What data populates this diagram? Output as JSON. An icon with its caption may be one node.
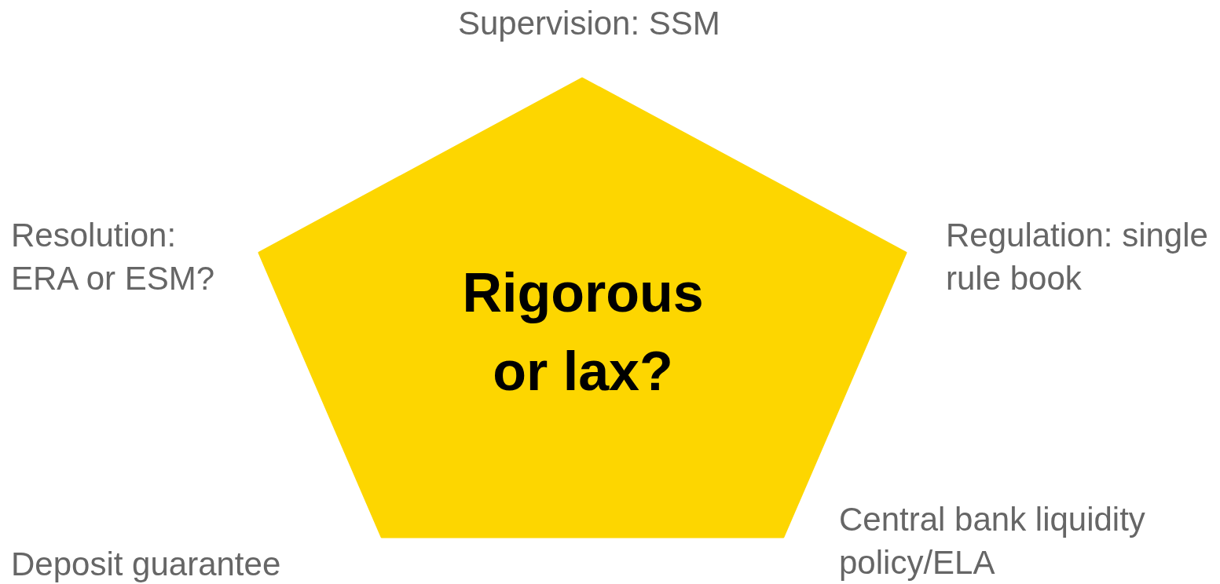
{
  "diagram": {
    "nodes": [
      {
        "text": [
          "Rigorous or lax?"
        ]
      }
    ],
    "labels": [
      "Supervision: SSM",
      "Resolution: ERA or ESM?",
      "Regulation: single rule book",
      "Central bank liquidity policy/ELA",
      "Deposit guarantee"
    ]
  }
}
